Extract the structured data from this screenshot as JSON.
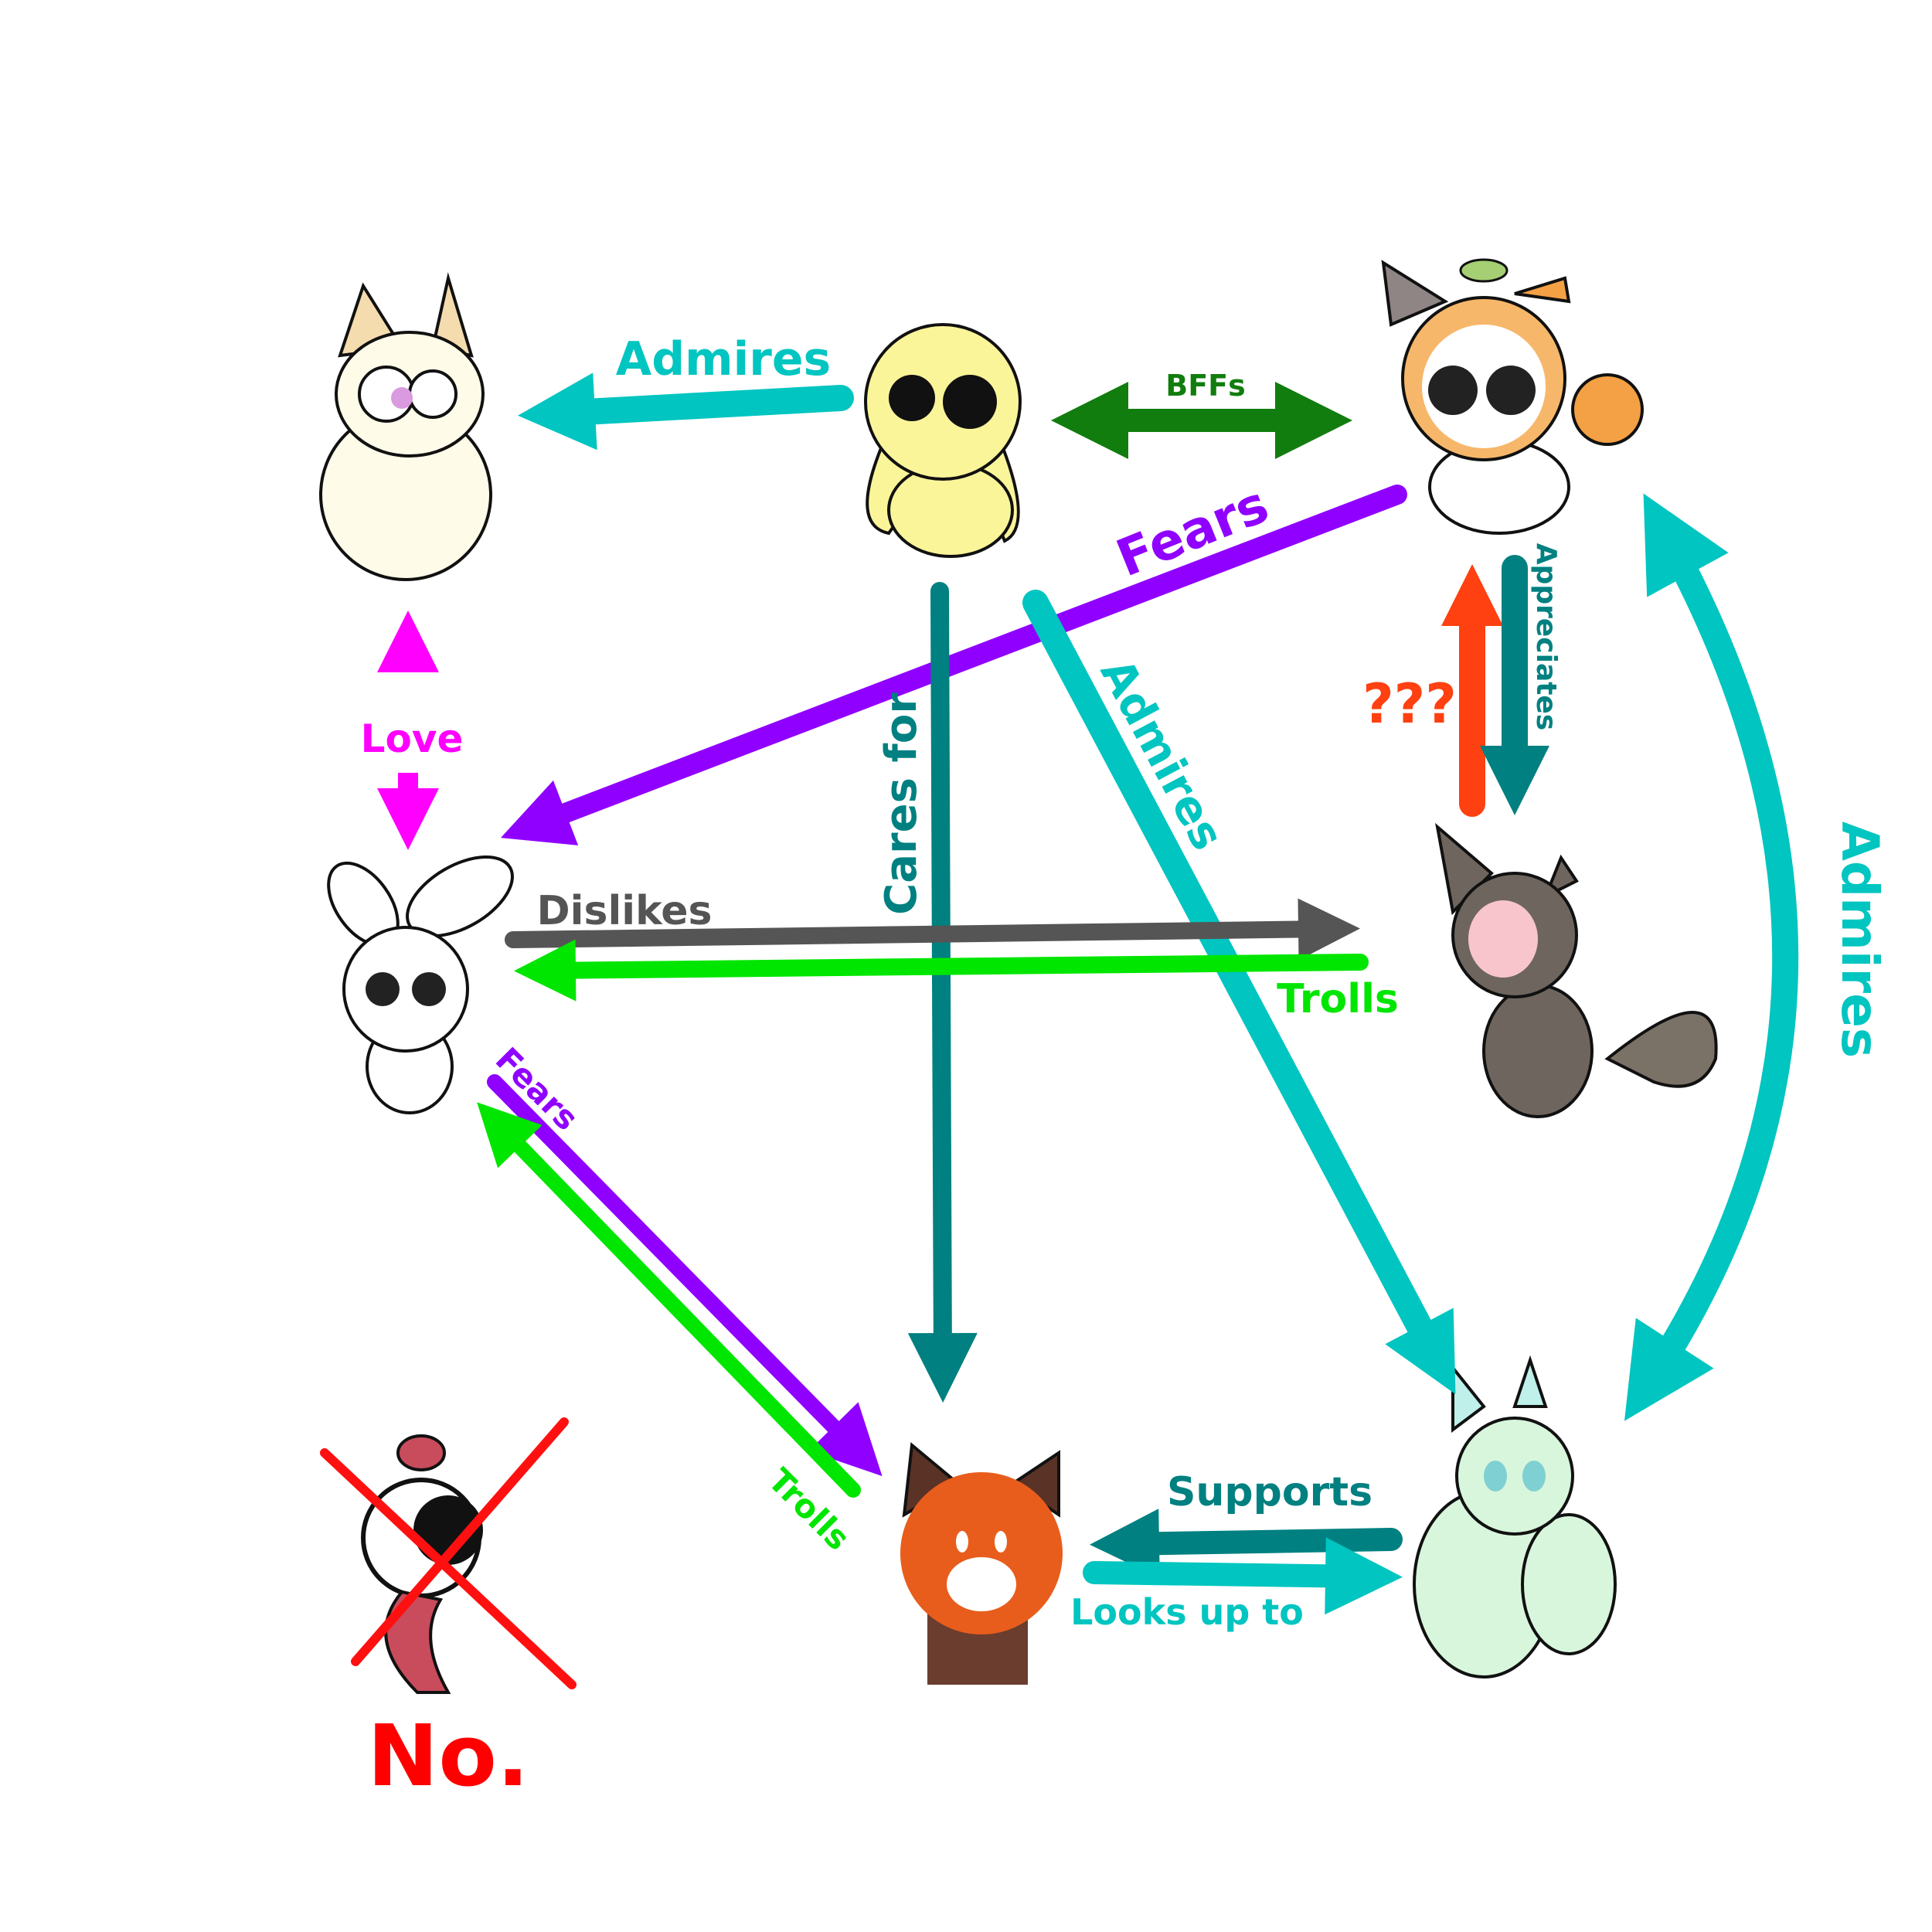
{
  "relationships": {
    "admires_top": {
      "label": "Admires",
      "color": "#00c5c0"
    },
    "bffs": {
      "label": "BFFs",
      "color": "#117d0e"
    },
    "fears_top": {
      "label": "Fears",
      "color": "#9000ff"
    },
    "love": {
      "label": "Love",
      "color": "#ff00ff"
    },
    "cares_for": {
      "label": "Cares for",
      "color": "#008080"
    },
    "admires_diag": {
      "label": "Admires",
      "color": "#00c5c0"
    },
    "unknown": {
      "label": "???",
      "color": "#ff4010"
    },
    "appreciates": {
      "label": "Appreciates",
      "color": "#008080"
    },
    "admires_curve": {
      "label": "Admires",
      "color": "#00c5c0"
    },
    "dislikes": {
      "label": "Dislikes",
      "color": "#555555"
    },
    "trolls_mid": {
      "label": "Trolls",
      "color": "#00e600"
    },
    "fears_low": {
      "label": "Fears",
      "color": "#9000ff"
    },
    "trolls_low": {
      "label": "Trolls",
      "color": "#00e600"
    },
    "supports": {
      "label": "Supports",
      "color": "#008080"
    },
    "looks_up_to": {
      "label": "Looks up to",
      "color": "#00c5c0"
    }
  },
  "rejected": {
    "label": "No.",
    "color": "#ff0000"
  }
}
